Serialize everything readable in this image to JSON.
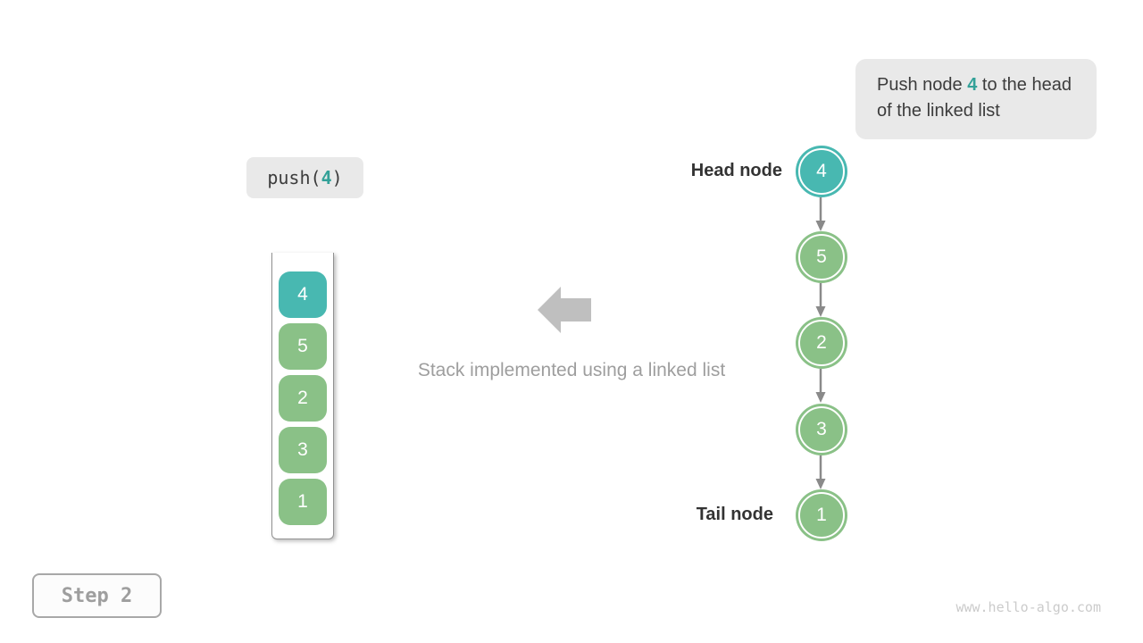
{
  "colors": {
    "teal": "#48b8b1",
    "green": "#8ac187",
    "teal_text": "#33a198",
    "box_bg": "#e9e9e9",
    "dark_text": "#3c3c3c",
    "gray_text": "#9e9e9e",
    "block_arrow": "#bfbfbf",
    "connector": "#8a8a8a",
    "watermark": "#cbcbcb"
  },
  "tooltip": {
    "text_before": "Push node ",
    "highlight": "4",
    "text_after": " to the head of the linked list"
  },
  "push_call": {
    "before": "push(",
    "arg": "4",
    "after": ")"
  },
  "stack": {
    "items": [
      {
        "value": "4",
        "highlight": true
      },
      {
        "value": "5",
        "highlight": false
      },
      {
        "value": "2",
        "highlight": false
      },
      {
        "value": "3",
        "highlight": false
      },
      {
        "value": "1",
        "highlight": false
      }
    ],
    "caption": "Stack implemented using a linked list"
  },
  "linked_list": {
    "head_label": "Head node",
    "tail_label": "Tail node",
    "nodes": [
      {
        "value": "4",
        "highlight": true
      },
      {
        "value": "5",
        "highlight": false
      },
      {
        "value": "2",
        "highlight": false
      },
      {
        "value": "3",
        "highlight": false
      },
      {
        "value": "1",
        "highlight": false
      }
    ]
  },
  "step_badge": {
    "label": "Step 2"
  },
  "watermark": {
    "text": "www.hello-algo.com"
  }
}
